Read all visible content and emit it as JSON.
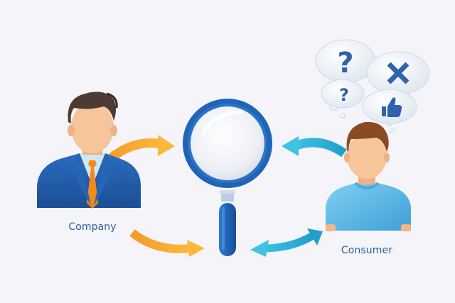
{
  "diagram": {
    "nodes": [
      {
        "id": "company",
        "label": "Company",
        "role": "businessman avatar in blue suit with orange tie"
      },
      {
        "id": "research",
        "label": "",
        "role": "magnifying glass (center)"
      },
      {
        "id": "consumer",
        "label": "Consumer",
        "role": "man avatar in light blue t-shirt"
      }
    ],
    "thought_bubbles": [
      {
        "icon": "question-mark-icon",
        "size": "large"
      },
      {
        "icon": "cross-icon",
        "size": "large"
      },
      {
        "icon": "question-mark-icon",
        "size": "small"
      },
      {
        "icon": "thumbs-up-icon",
        "size": "medium"
      }
    ],
    "edges": [
      {
        "from": "company",
        "to": "research",
        "color": "#f6a730",
        "style": "curved-arrow"
      },
      {
        "from": "company",
        "to": "research",
        "color": "#f6a730",
        "style": "curved-arrow-lower"
      },
      {
        "from": "consumer",
        "to": "research",
        "color": "#2fb4d6",
        "style": "curved-arrow"
      },
      {
        "from": "research",
        "to": "consumer",
        "color": "#2fb4d6",
        "style": "double-headed-arrow"
      }
    ]
  },
  "labels": {
    "company": "Company",
    "consumer": "Consumer"
  },
  "colors": {
    "background": "#f5f4f8",
    "label_text": "#2f5f9a",
    "orange_arrow": "#f6a730",
    "blue_arrow": "#2fb4d6",
    "magnifier_blue": "#1f64b8",
    "suit_blue": "#1f5aa5",
    "tie_orange": "#f28a1a",
    "shirt_light_blue": "#5ab8e6",
    "skin": "#f7c59a",
    "hair_company": "#4d3a33",
    "hair_consumer": "#8a4b24",
    "bubble_icon": "#2f63ad"
  }
}
